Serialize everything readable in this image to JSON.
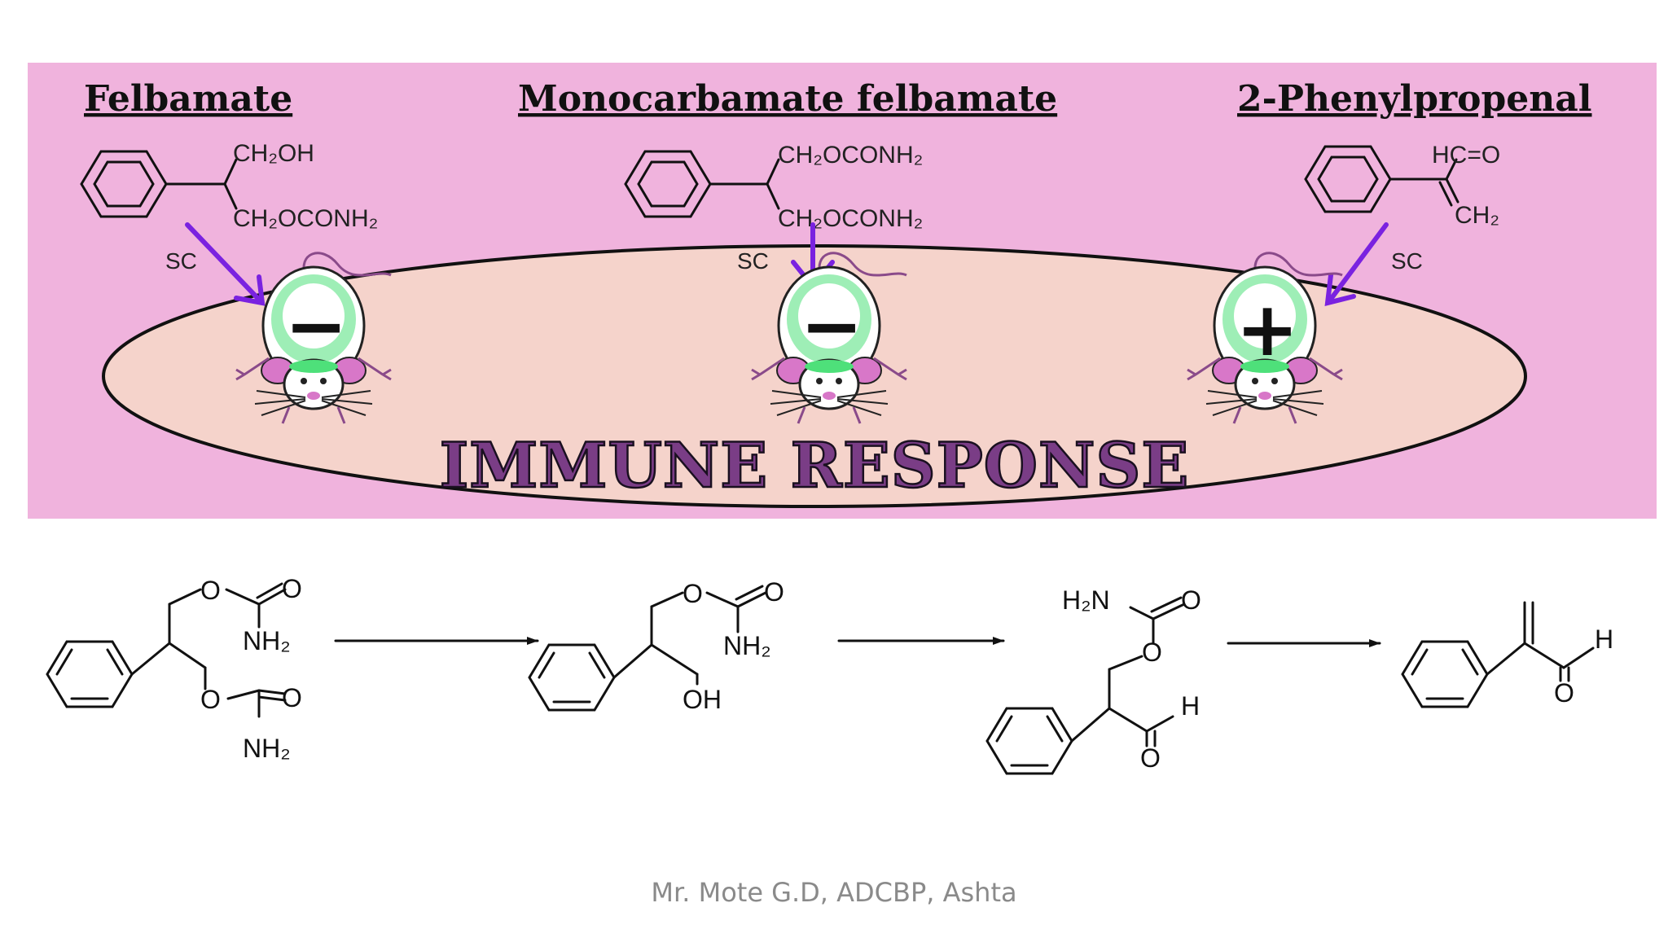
{
  "top_panel": {
    "compounds": [
      {
        "name": "Felbamate",
        "substituents": [
          "CH₂OH",
          "CH₂OCONH₂"
        ],
        "route": "SC",
        "result_sign": "−"
      },
      {
        "name": "Monocarbamate felbamate",
        "substituents": [
          "CH₂OCONH₂",
          "CH₂OCONH₂"
        ],
        "route": "SC",
        "result_sign": "−"
      },
      {
        "name": "2-Phenylpropenal",
        "substituents": [
          "HC=O",
          "CH₂"
        ],
        "route": "SC",
        "result_sign": "+"
      }
    ],
    "caption": "IMMUNE RESPONSE",
    "colors": {
      "panel_bg": "#f0b3dd",
      "ellipse_fill": "#f5d3cb",
      "arrow": "#7a22e0",
      "caption": "#7a3d86",
      "mouse_body": "#ffffff",
      "mouse_accent": "#4ee07a",
      "mouse_ears": "#d877c8"
    }
  },
  "scheme": {
    "step1": {
      "atoms": [
        "O",
        "O",
        "NH₂",
        "O",
        "O",
        "NH₂"
      ]
    },
    "step2": {
      "atoms": [
        "O",
        "O",
        "NH₂",
        "OH"
      ]
    },
    "step3": {
      "atoms": [
        "H₂N",
        "O",
        "O",
        "H",
        "O"
      ]
    },
    "step4": {
      "atoms": [
        "H",
        "O"
      ]
    }
  },
  "footer": "Mr. Mote G.D, ADCBP, Ashta"
}
